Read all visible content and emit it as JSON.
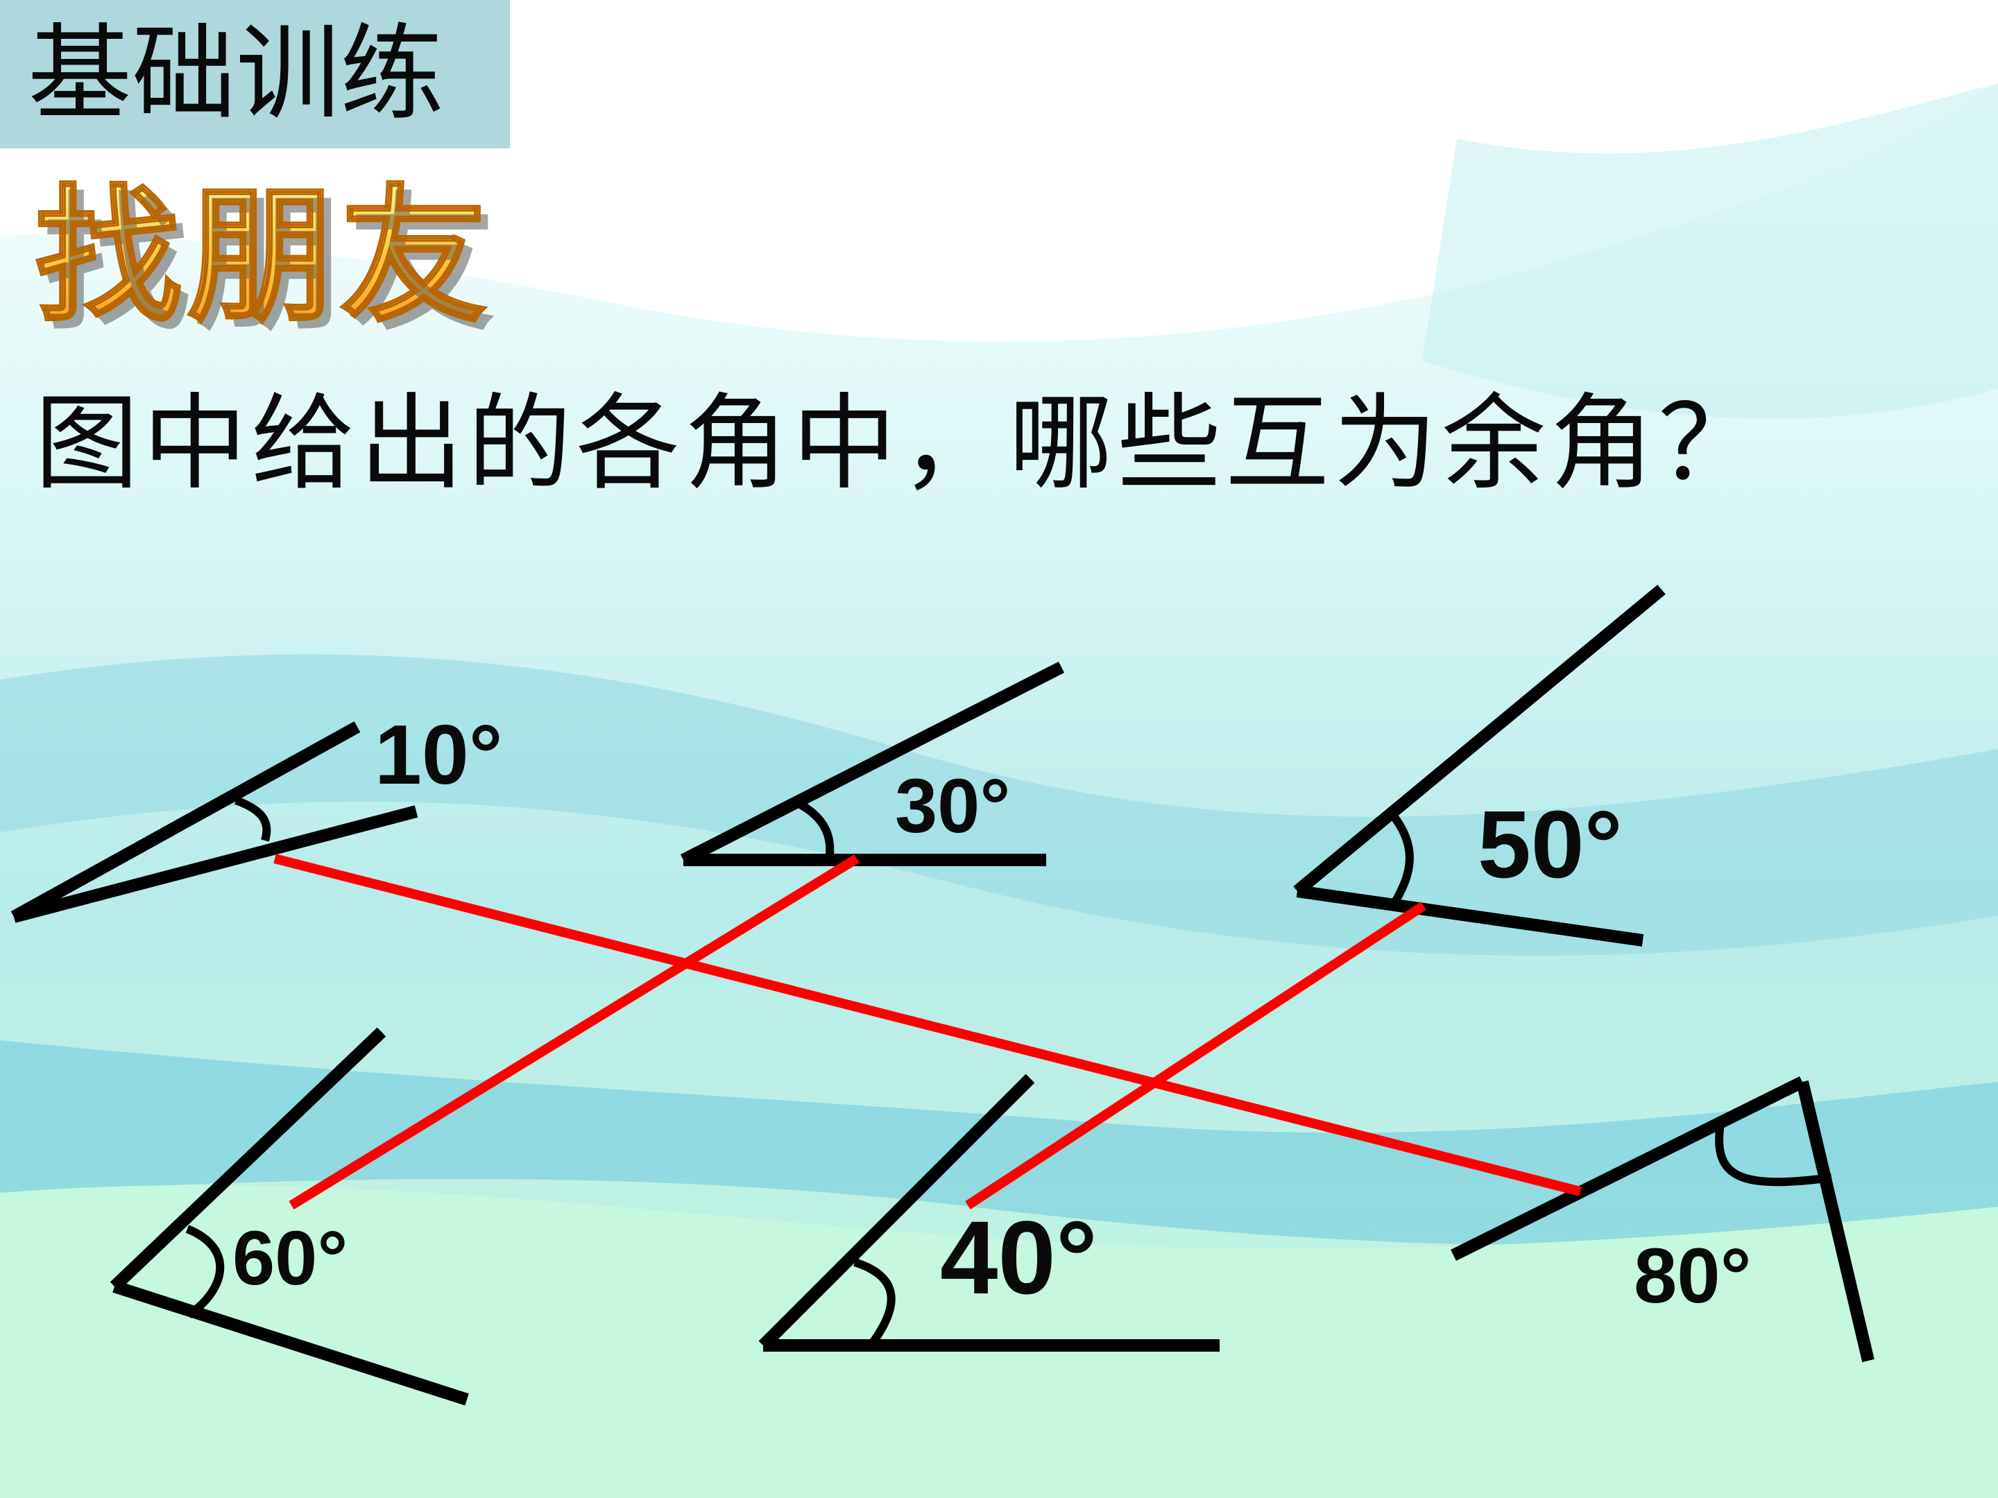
{
  "header": {
    "tag": "基础训练",
    "title": "找朋友"
  },
  "question": "图中给出的各角中，哪些互为余角？",
  "angles": [
    {
      "label": "10°",
      "degrees": 10
    },
    {
      "label": "30°",
      "degrees": 30
    },
    {
      "label": "50°",
      "degrees": 50
    },
    {
      "label": "60°",
      "degrees": 60
    },
    {
      "label": "40°",
      "degrees": 40
    },
    {
      "label": "80°",
      "degrees": 80
    }
  ],
  "pairs": [
    [
      "10°",
      "80°"
    ],
    [
      "30°",
      "60°"
    ],
    [
      "50°",
      "40°"
    ]
  ],
  "colors": {
    "tag_bg": "#aed8dc",
    "line": "#000000",
    "connector": "#ff0000",
    "title_fill": "#ffb020"
  }
}
